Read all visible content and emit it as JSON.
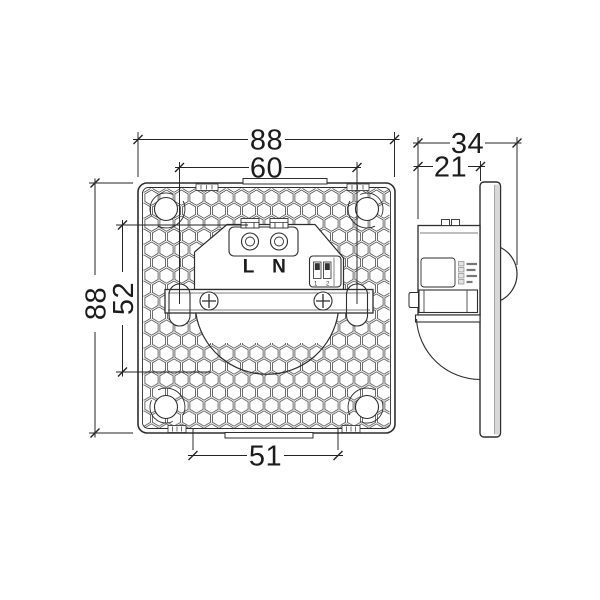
{
  "drawing": {
    "front_view": {
      "dims": {
        "overall_width": "88",
        "mount_spacing": "60",
        "overall_height": "88",
        "body_height": "52",
        "bottom_width": "51"
      },
      "terminals": {
        "live": "L",
        "neutral": "N"
      },
      "dip_label": "1 2"
    },
    "side_view": {
      "dims": {
        "overall_depth": "34",
        "body_depth": "21"
      }
    },
    "line_color": "#2e2e2e",
    "hex_color": "#4a4a4a",
    "shade_color": "#d8d8d8"
  }
}
